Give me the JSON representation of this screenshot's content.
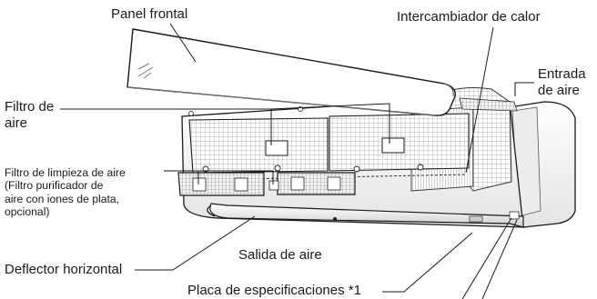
{
  "labels": {
    "front_panel": "Panel frontal",
    "heat_exchanger": "Intercambiador de calor",
    "air_inlet": "Entrada\nde aire",
    "air_filter": "Filtro de\naire",
    "air_cleaning_filter": "Filtro de limpieza de aire\n(Filtro purificador de\naire con iones de plata,\nopcional)",
    "air_outlet": "Salida de aire",
    "horizontal_louver": "Deflector horizontal",
    "spec_plate": "Placa de especificaciones *1"
  },
  "colors": {
    "line": "#1a1a1a",
    "mesh": "#8c8c8c",
    "body_shade": "#d9d9d9",
    "background": "#ffffff"
  }
}
